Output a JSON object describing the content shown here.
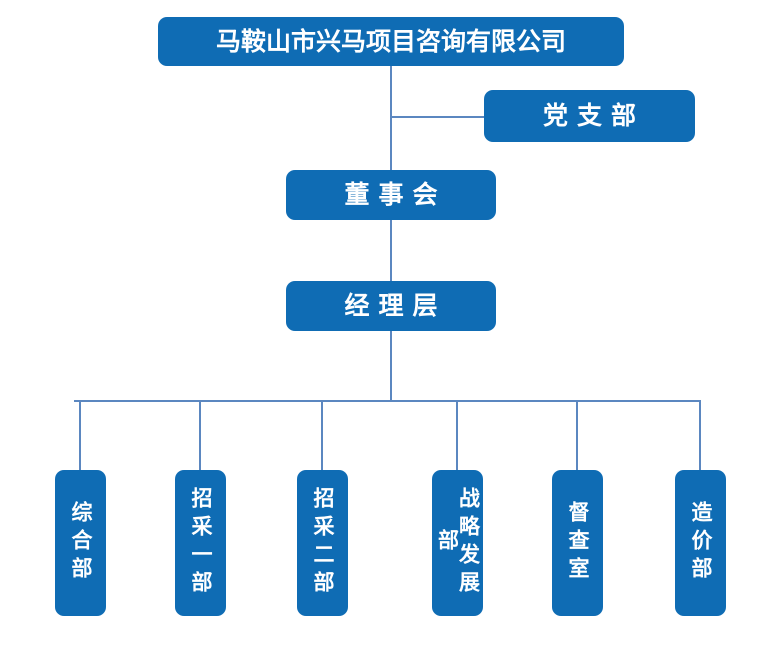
{
  "theme": {
    "box_fill": "#0f6cb4",
    "box_text": "#ffffff",
    "connector": "#5b87c0",
    "background": "#ffffff"
  },
  "chart_data": {
    "type": "diagram",
    "diagram_kind": "organization-chart",
    "title": "马鞍山市兴马项目咨询有限公司",
    "orientation": "top-down",
    "nodes": [
      {
        "id": "company",
        "label": "马鞍山市兴马项目咨询有限公司",
        "level": 0,
        "text_direction": "horizontal"
      },
      {
        "id": "party",
        "label": "党支部",
        "level": 1,
        "text_direction": "horizontal"
      },
      {
        "id": "board",
        "label": "董事会",
        "level": 1,
        "text_direction": "horizontal"
      },
      {
        "id": "mgmt",
        "label": "经理层",
        "level": 2,
        "text_direction": "horizontal"
      },
      {
        "id": "dept1",
        "label": "综合部",
        "level": 3,
        "text_direction": "vertical"
      },
      {
        "id": "dept2",
        "label": "招采一部",
        "level": 3,
        "text_direction": "vertical"
      },
      {
        "id": "dept3",
        "label": "招采二部",
        "level": 3,
        "text_direction": "vertical"
      },
      {
        "id": "dept4",
        "label": "战略发展部",
        "level": 3,
        "text_direction": "vertical"
      },
      {
        "id": "dept5",
        "label": "督查室",
        "level": 3,
        "text_direction": "vertical"
      },
      {
        "id": "dept6",
        "label": "造价部",
        "level": 3,
        "text_direction": "vertical"
      }
    ],
    "edges": [
      {
        "from": "company",
        "to": "party"
      },
      {
        "from": "company",
        "to": "board"
      },
      {
        "from": "board",
        "to": "mgmt"
      },
      {
        "from": "mgmt",
        "to": "dept1"
      },
      {
        "from": "mgmt",
        "to": "dept2"
      },
      {
        "from": "mgmt",
        "to": "dept3"
      },
      {
        "from": "mgmt",
        "to": "dept4"
      },
      {
        "from": "mgmt",
        "to": "dept5"
      },
      {
        "from": "mgmt",
        "to": "dept6"
      }
    ]
  },
  "company": {
    "name": "马鞍山市兴马项目咨询有限公司"
  },
  "party_branch": {
    "name": "党支部"
  },
  "governance": {
    "board": "董事会",
    "management": "经理层"
  },
  "departments": [
    {
      "name": "综合部"
    },
    {
      "name": "招采一部"
    },
    {
      "name": "招采二部"
    },
    {
      "name": "战略发展部"
    },
    {
      "name": "督查室"
    },
    {
      "name": "造价部"
    }
  ]
}
